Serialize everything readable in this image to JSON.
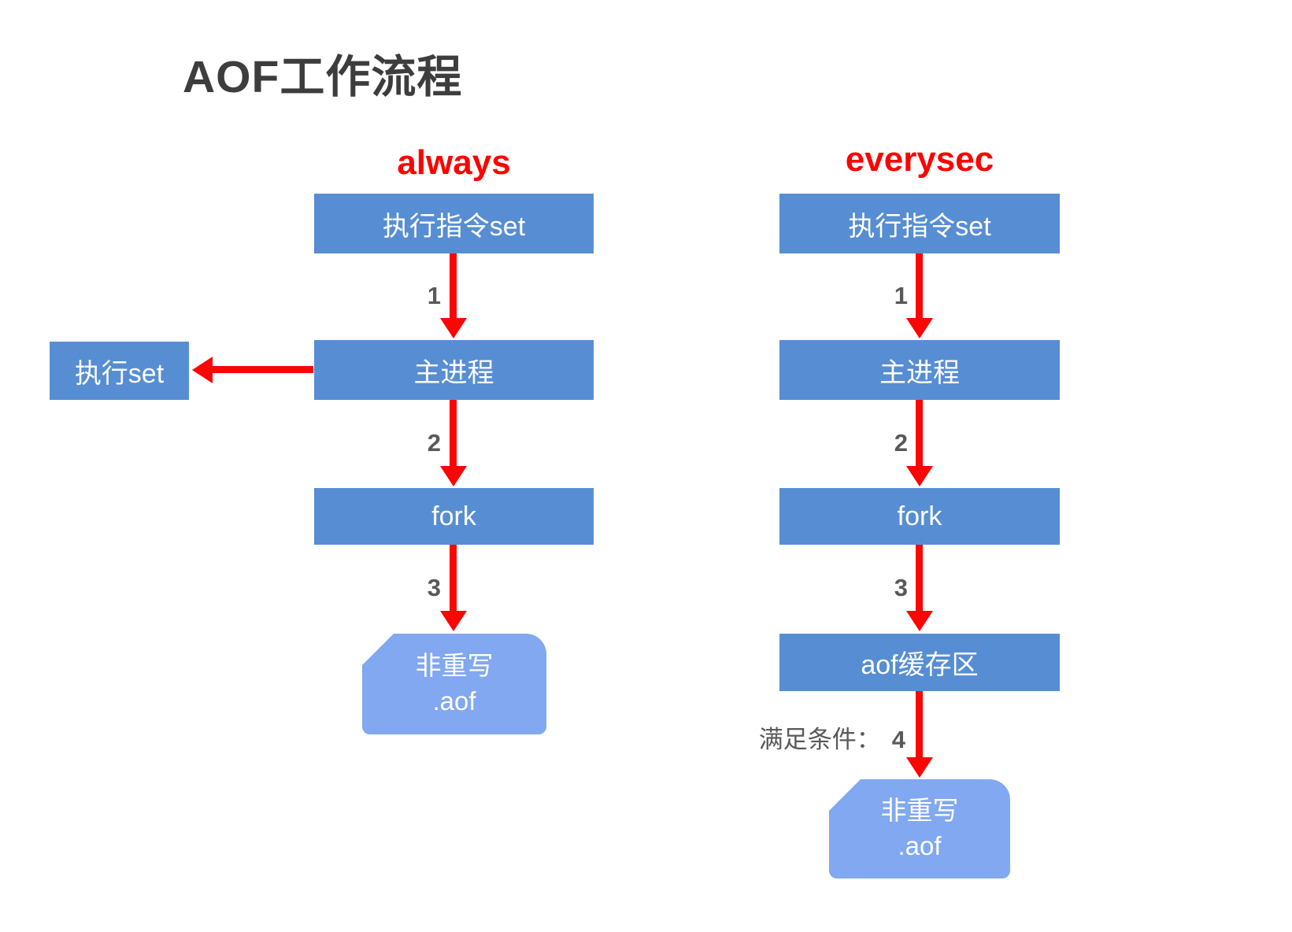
{
  "title": "AOF工作流程",
  "colors": {
    "box_blue": "#578ed3",
    "file_blue": "#81a8f0",
    "arrow_red": "#fb0505",
    "heading_red": "#ff0000",
    "label_gray": "#595959",
    "title_gray": "#3d3d3d"
  },
  "flows": [
    {
      "heading": "always",
      "boxes": [
        {
          "label": "执行指令set"
        },
        {
          "label": "主进程"
        },
        {
          "label": "fork"
        }
      ],
      "arrow_labels": [
        "1",
        "2",
        "3"
      ],
      "branch": {
        "label": "执行set"
      },
      "file_node": {
        "line1": "非重写",
        "line2": ".aof"
      }
    },
    {
      "heading": "everysec",
      "boxes": [
        {
          "label": "执行指令set"
        },
        {
          "label": "主进程"
        },
        {
          "label": "fork"
        },
        {
          "label": "aof缓存区"
        }
      ],
      "arrow_labels": [
        "1",
        "2",
        "3",
        "4"
      ],
      "arrow4_prefix": "满足条件：",
      "file_node": {
        "line1": "非重写",
        "line2": ".aof"
      }
    }
  ]
}
